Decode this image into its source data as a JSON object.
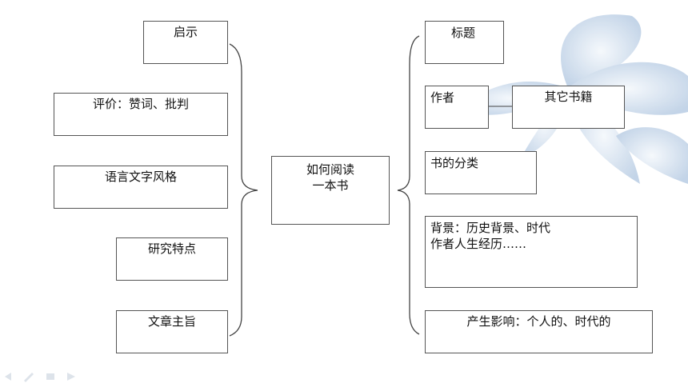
{
  "center": {
    "line1": "如何阅读",
    "line2": "一本书"
  },
  "left": [
    {
      "label": "启示"
    },
    {
      "label": "评价：赞词、批判"
    },
    {
      "label": "语言文字风格"
    },
    {
      "label": "研究特点"
    },
    {
      "label": "文章主旨"
    }
  ],
  "right": {
    "title": "标题",
    "author": "作者",
    "other_books": "其它书籍",
    "classification": "书的分类",
    "background_line1": "背景：历史背景、时代",
    "background_line2": "作者人生经历……",
    "influence": "产生影响：个人的、时代的"
  },
  "colors": {
    "box_border": "#555555",
    "brace": "#444444",
    "flower_tint": "#c9d9ec"
  }
}
